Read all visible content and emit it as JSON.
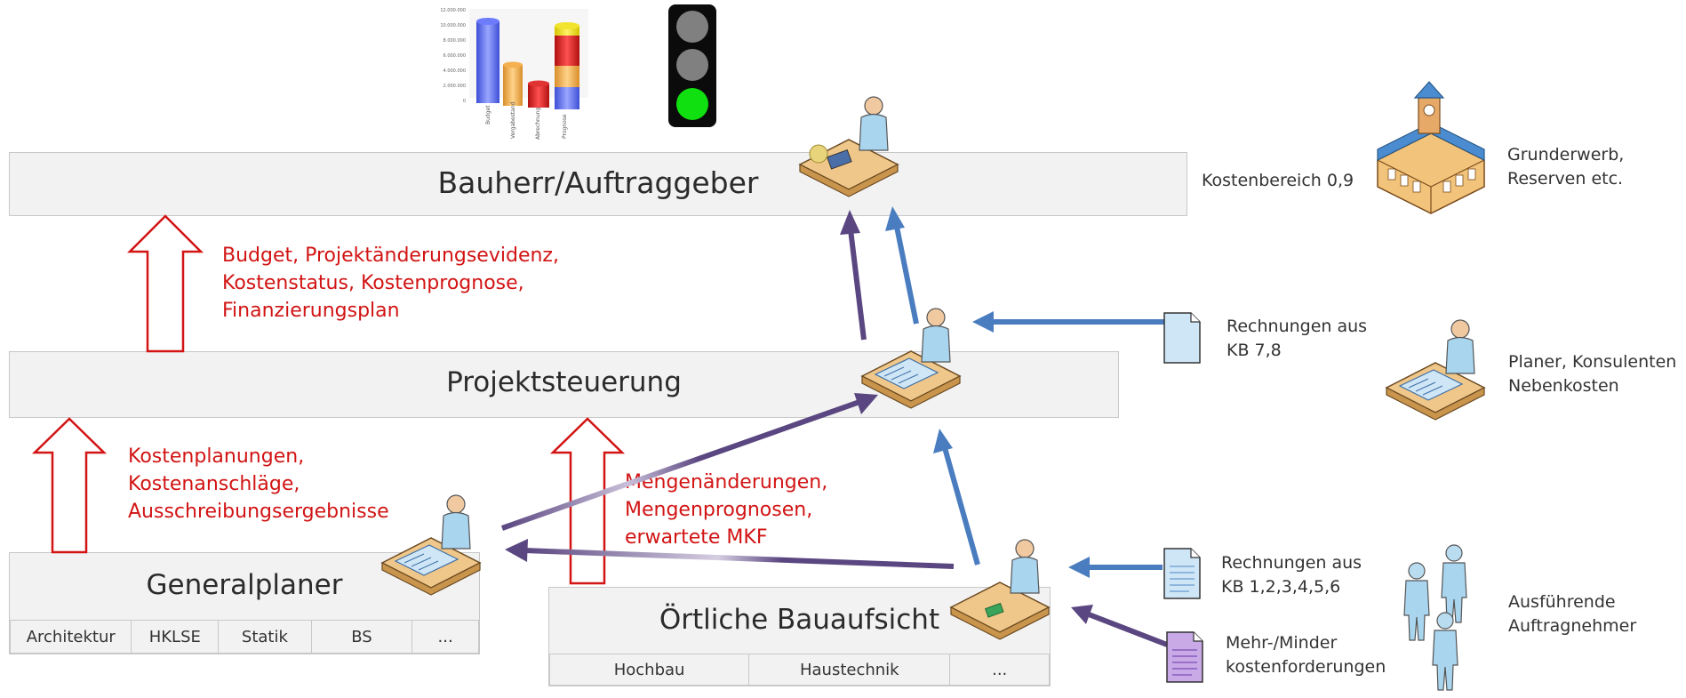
{
  "bauherr": {
    "title": "Bauherr/Auftraggeber"
  },
  "projektsteuerung": {
    "title": "Projektsteuerung"
  },
  "generalplaner": {
    "title": "Generalplaner",
    "cells": [
      "Architektur",
      "HKLSE",
      "Statik",
      "BS",
      "..."
    ]
  },
  "bauaufsicht": {
    "title": "Örtliche Bauaufsicht",
    "cells": [
      "Hochbau",
      "Haustechnik",
      "..."
    ]
  },
  "labels": {
    "budget": [
      "Budget, Projektänderungsevidenz,",
      "Kostenstatus, Kostenprognose,",
      "Finanzierungsplan"
    ],
    "kostenplanungen": [
      "Kostenplanungen,",
      "Kostenanschläge,",
      "Ausschreibungsergebnisse"
    ],
    "mengen": [
      "Mengenänderungen,",
      "Mengenprognosen,",
      "erwartete MKF"
    ]
  },
  "right": {
    "kostenbereich": "Kostenbereich 0,9",
    "grunderwerb": [
      "Grunderwerb,",
      "Reserven etc."
    ],
    "rechnungen_kb78": [
      "Rechnungen aus",
      "KB 7,8"
    ],
    "planer": [
      "Planer, Konsulenten",
      "Nebenkosten"
    ],
    "rechnungen_kb16": [
      "Rechnungen aus",
      "KB 1,2,3,4,5,6"
    ],
    "mehr_minder": [
      "Mehr-/Minder",
      "kostenforderungen"
    ],
    "ausfuehrende": [
      "Ausführende",
      "Auftragnehmer"
    ]
  },
  "mini_chart": {
    "y_ticks": [
      "12.000.000",
      "10.000.000",
      "8.000.000",
      "6.000.000",
      "4.000.000",
      "2.000.000",
      "0"
    ],
    "categories": [
      "Budget",
      "Vergabestand",
      "Abrechnung",
      "Prognose"
    ]
  },
  "traffic_light": {
    "active": "green"
  },
  "colors": {
    "red": "#d21414",
    "blue_arrow": "#4a7dbf",
    "purple_arrow": "#5a4680",
    "box_fill": "#f2f2f2"
  }
}
